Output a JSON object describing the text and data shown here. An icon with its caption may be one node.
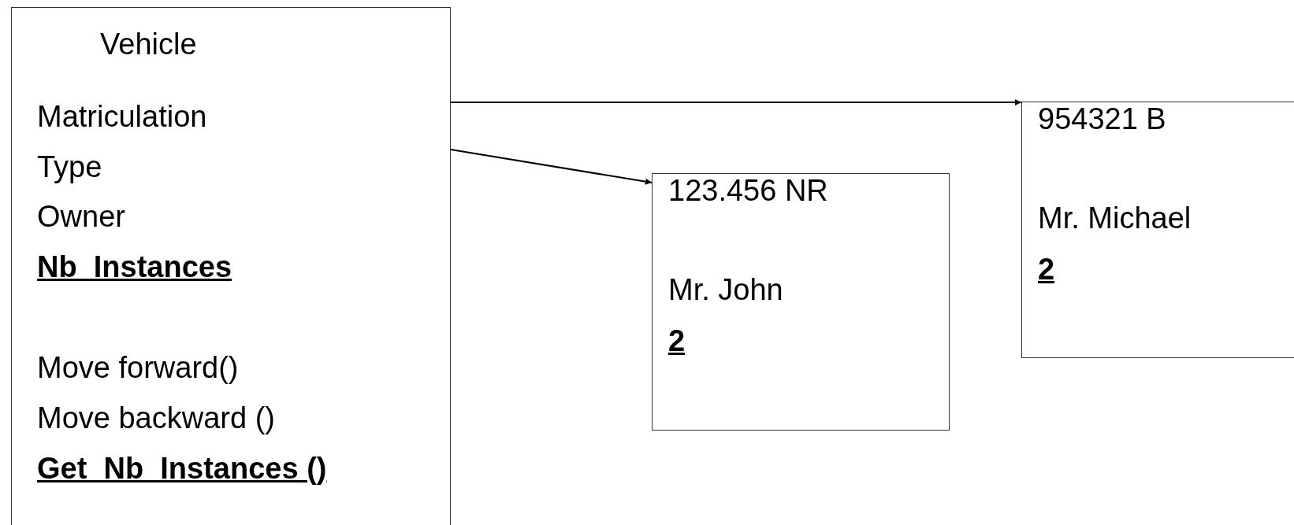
{
  "diagram": {
    "nodes": [
      {
        "text": [
          "Vehicle",
          "Matriculation",
          "Type",
          "Owner",
          "Nb_Instances",
          "Move forward()",
          "Move backward ()",
          "Get_Nb_Instances ()"
        ]
      },
      {
        "text": [
          "123.456 NR",
          "Mr. John",
          "2"
        ]
      },
      {
        "text": [
          "954321 B",
          "Mr. Michael",
          "2"
        ]
      }
    ],
    "edges": [
      {
        "from": 0,
        "to": 2,
        "arrow": "to"
      },
      {
        "from": 0,
        "to": 1,
        "arrow": "to"
      }
    ]
  }
}
